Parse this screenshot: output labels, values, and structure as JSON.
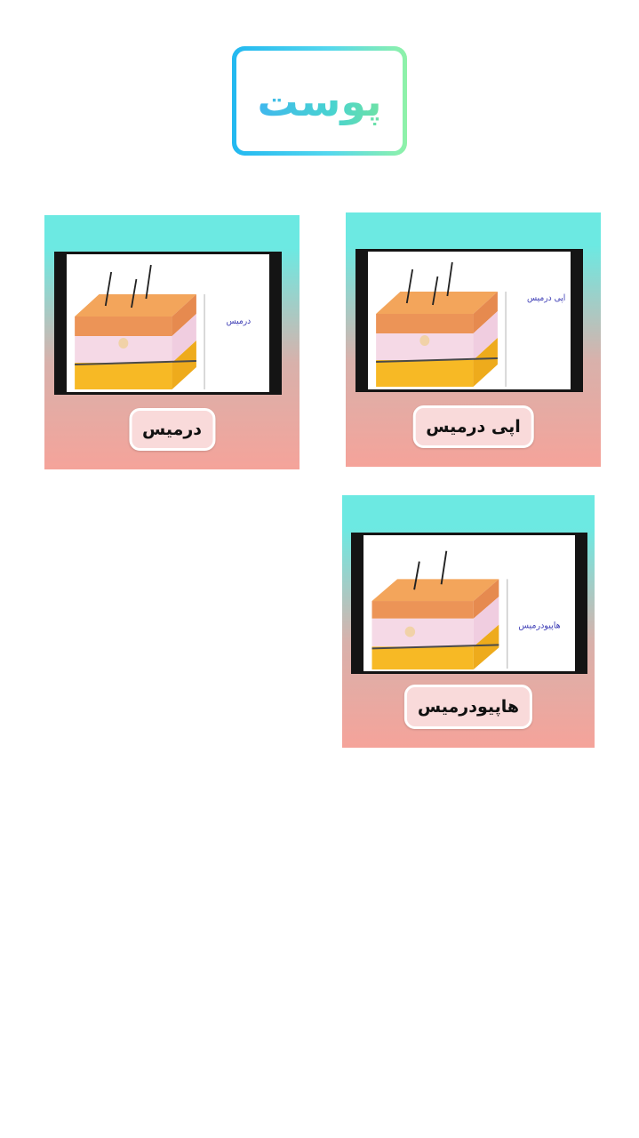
{
  "title": "پوست",
  "colors": {
    "title_gradient": [
      "#22b8f0",
      "#8ff2a8"
    ],
    "card_top": "#6ce9e2",
    "card_bottom": "#f5a39a",
    "label_bg": "#f9dada"
  },
  "cards": [
    {
      "label": "اپی درمیس",
      "image_caption": "اپی درمیس"
    },
    {
      "label": "درمیس",
      "image_caption": "درمیس"
    },
    {
      "label": "هاپیودرمیس",
      "image_caption": "هاپیودرمیس"
    }
  ]
}
